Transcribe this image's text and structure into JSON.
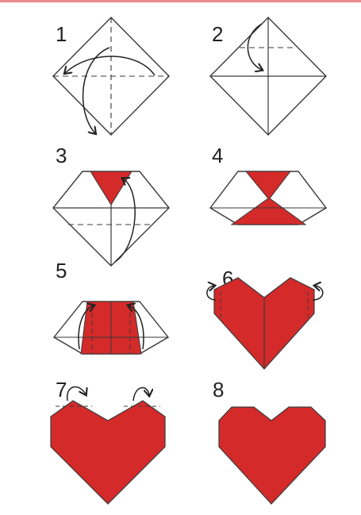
{
  "colors": {
    "paper_red": "#d42a2a",
    "line": "#3a3a3a",
    "background": "#ffffff",
    "top_bar": "#e88b8b"
  },
  "steps": [
    {
      "number": "1"
    },
    {
      "number": "2"
    },
    {
      "number": "3"
    },
    {
      "number": "4"
    },
    {
      "number": "5"
    },
    {
      "number": "6"
    },
    {
      "number": "7"
    },
    {
      "number": "8"
    }
  ]
}
